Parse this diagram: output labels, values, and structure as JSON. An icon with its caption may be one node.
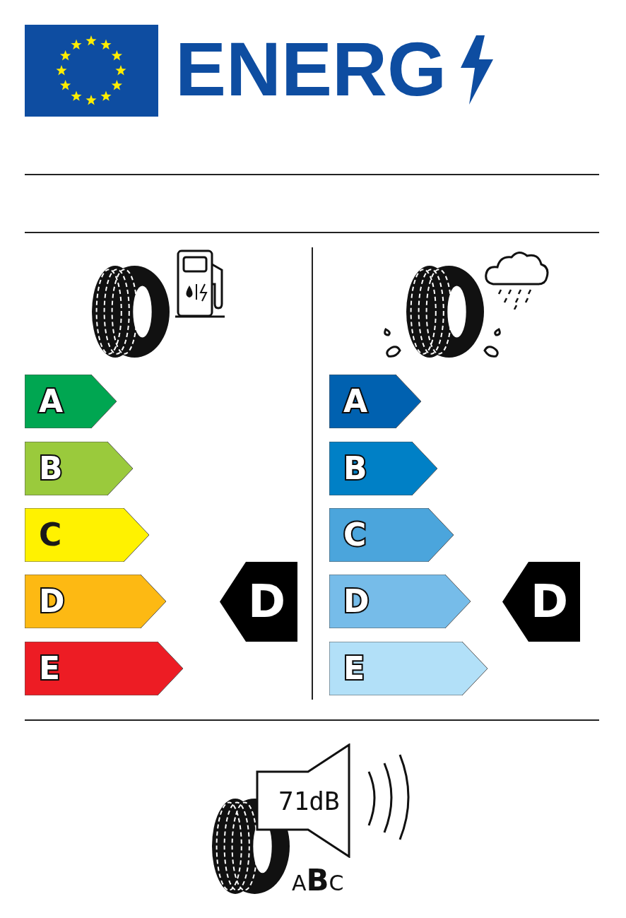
{
  "diagram": {
    "nodes": [
      {
        "text": [
          "A"
        ]
      },
      {
        "text": [
          "B"
        ]
      },
      {
        "text": [
          "C"
        ]
      },
      {
        "text": [
          "D"
        ]
      },
      {
        "text": [
          "E"
        ]
      },
      {
        "text": [
          "D"
        ]
      },
      {
        "text": [
          "A"
        ]
      },
      {
        "text": [
          "B"
        ]
      },
      {
        "text": [
          "C"
        ]
      },
      {
        "text": [
          "D"
        ]
      },
      {
        "text": [
          "E"
        ]
      },
      {
        "text": [
          "D"
        ]
      },
      {
        "text": [
          "71dB"
        ],
        "beside": [
          "A**B**C"
        ]
      }
    ],
    "labels": [
      "ENERG"
    ]
  }
}
